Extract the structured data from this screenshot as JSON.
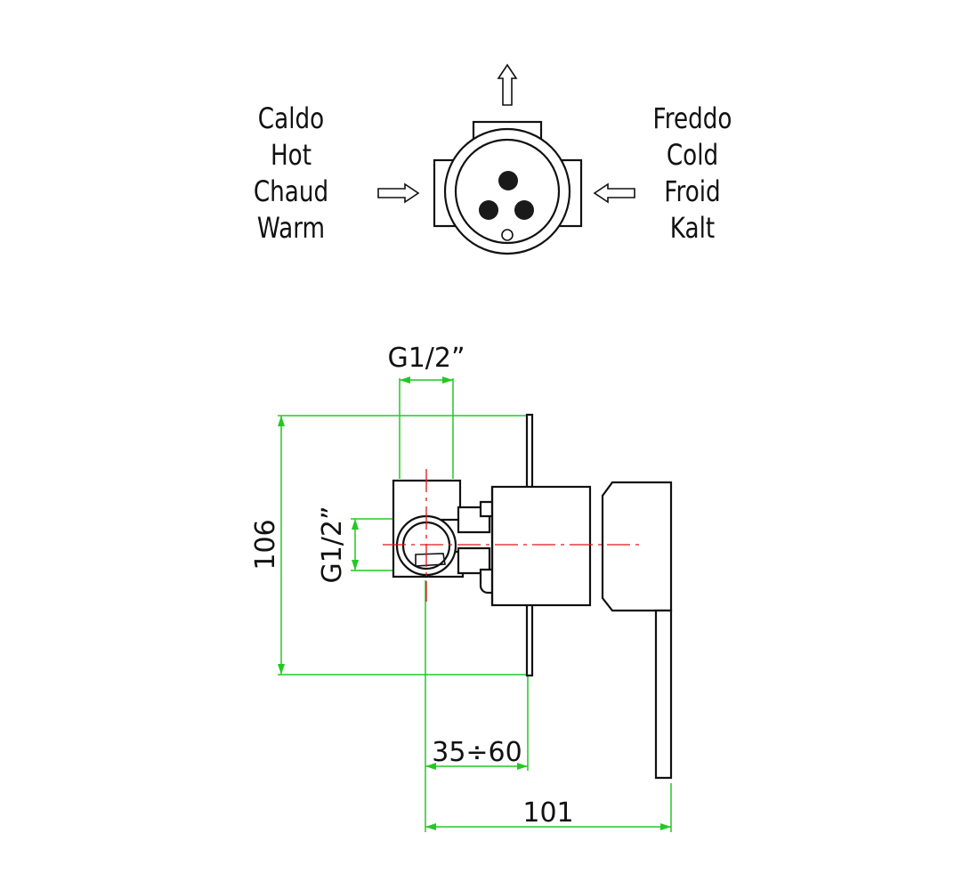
{
  "labels": {
    "hot": [
      "Caldo",
      "Hot",
      "Chaud",
      "Warm"
    ],
    "cold": [
      "Freddo",
      "Cold",
      "Froid",
      "Kalt"
    ]
  },
  "dimensions": {
    "top_thread": "G1/2”",
    "side_thread": "G1/2”",
    "height": "106",
    "depth_range": "35÷60",
    "total_depth": "101"
  },
  "colors": {
    "outline": "#111111",
    "dimension": "#22c922",
    "centerline": "#e01616"
  }
}
